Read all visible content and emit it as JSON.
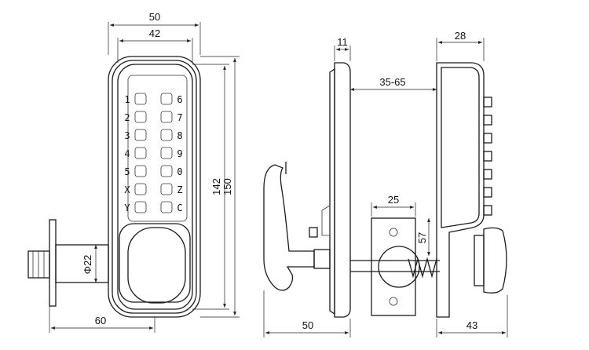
{
  "dimensions": {
    "front_outer_width": "50",
    "front_inner_width": "42",
    "front_inner_height": "142",
    "front_outer_height": "150",
    "spindle_diameter": "Φ22",
    "backset": "60",
    "side_plate_thickness": "11",
    "door_thickness": "35-65",
    "side_depth": "50",
    "rear_width": "28",
    "strike_width": "25",
    "strike_height": "57",
    "rear_depth": "43"
  },
  "keypad": {
    "left": [
      "1",
      "2",
      "3",
      "4",
      "5",
      "X",
      "Y"
    ],
    "right": [
      "6",
      "7",
      "8",
      "9",
      "0",
      "Z",
      "C"
    ]
  }
}
